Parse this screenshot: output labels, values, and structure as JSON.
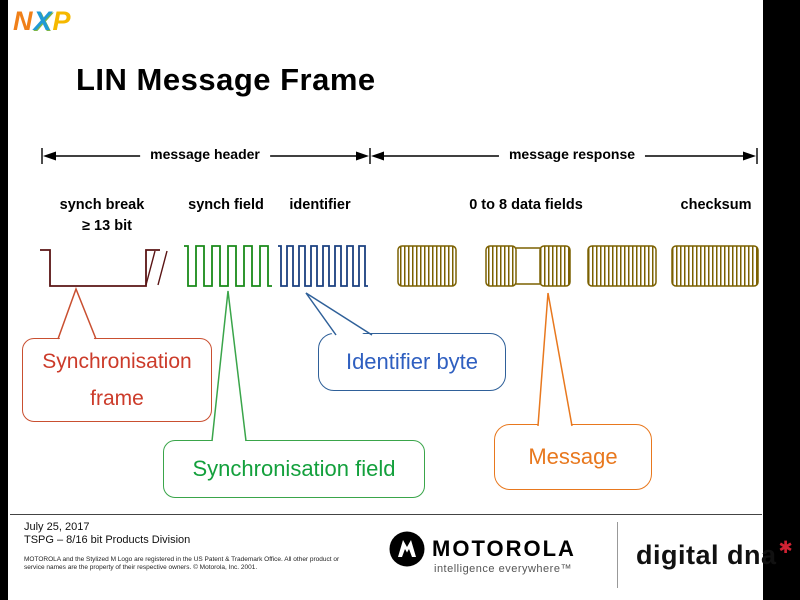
{
  "logo": {
    "n": "N",
    "x": "X",
    "p": "P"
  },
  "title": "LIN Message Frame",
  "diagram": {
    "header_label": "message header",
    "response_label": "message response",
    "labels": {
      "synch_break": "synch break",
      "min_bits": "≥ 13 bit",
      "synch_field": "synch field",
      "identifier": "identifier",
      "data_fields": "0 to 8 data fields",
      "checksum": "checksum"
    },
    "callouts": {
      "frame_line1": "Synchronisation",
      "frame_line2": "frame",
      "field": "Synchronisation field",
      "identifier": "Identifier byte",
      "message": "Message"
    },
    "waveform_colors": {
      "synch_break": "#5a1414",
      "synch_field": "#1a8a1a",
      "identifier": "#1b4080",
      "data_checksum": "#7b6000"
    },
    "callout_colors": {
      "frame": "#c94f30",
      "field": "#3aa54a",
      "identifier": "#2f6099",
      "message": "#e8781e"
    }
  },
  "footer": {
    "date": "July 25, 2017",
    "division": "TSPG – 8/16 bit Products Division",
    "legal": "MOTOROLA and the Stylized M Logo are registered in the US Patent & Trademark Office. All other product or service names are the property of their respective owners. © Motorola, Inc. 2001.",
    "brand": "MOTOROLA",
    "tagline": "intelligence everywhere™",
    "digitaldna": "digital dna",
    "asterisk": "✱"
  }
}
